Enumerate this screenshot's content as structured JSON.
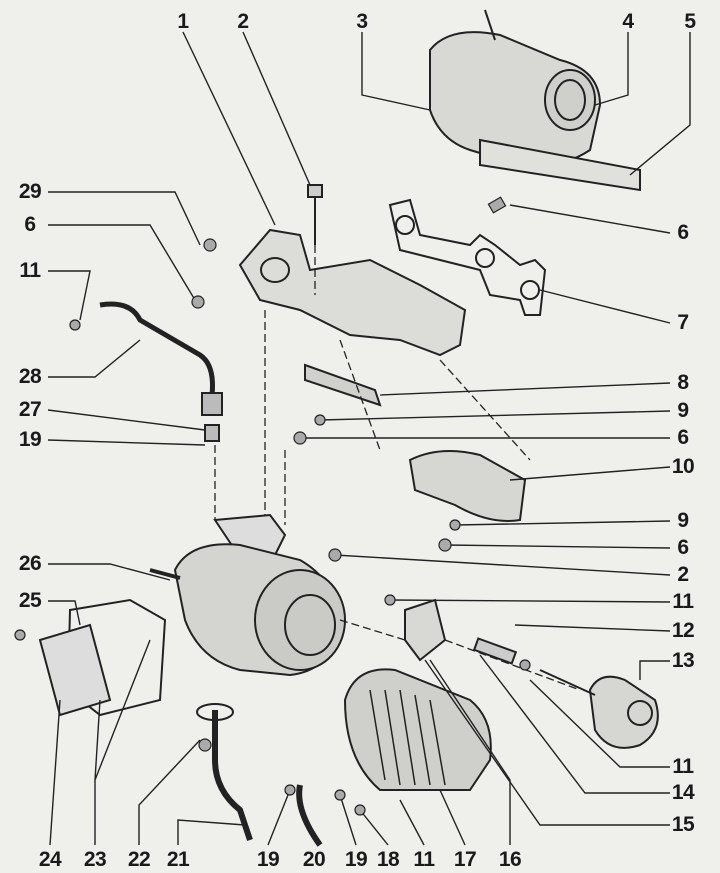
{
  "title": "Exhaust manifold and turbocharger exploded view",
  "callouts": {
    "top": [
      "1",
      "2",
      "3",
      "4",
      "5"
    ],
    "right": [
      "6",
      "7",
      "8",
      "9",
      "6",
      "10",
      "9",
      "6",
      "2",
      "11",
      "12",
      "13",
      "11",
      "14",
      "15"
    ],
    "left": [
      "29",
      "6",
      "11",
      "28",
      "27",
      "19",
      "26",
      "25"
    ],
    "bottom": [
      "24",
      "23",
      "22",
      "21",
      "19",
      "20",
      "19",
      "18",
      "11",
      "17",
      "16"
    ]
  }
}
